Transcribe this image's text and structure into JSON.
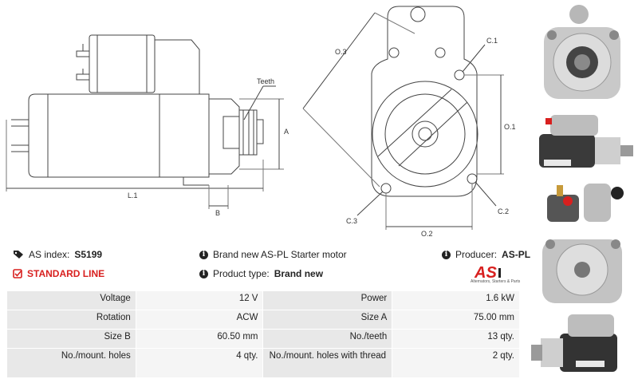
{
  "drawing_labels": {
    "teeth": "Teeth",
    "a": "A",
    "b": "B",
    "l1": "L.1",
    "o3": "O.3",
    "c1": "C.1",
    "o1": "O.1",
    "c2": "C.2",
    "c3": "C.3",
    "o2": "O.2"
  },
  "info": {
    "as_index_label": "AS index:",
    "as_index_value": "S5199",
    "description": "Brand new AS-PL Starter motor",
    "producer_label": "Producer:",
    "producer_value": "AS-PL",
    "standard_line": "STANDARD LINE",
    "product_type_label": "Product type:",
    "product_type_value": "Brand new"
  },
  "logo": {
    "text": "AS",
    "subtitle": "Alternators, Starters & Parts",
    "color": "#d8201f"
  },
  "specs": [
    {
      "l1": "Voltage",
      "v1": "12 V",
      "l2": "Power",
      "v2": "1.6 kW"
    },
    {
      "l1": "Rotation",
      "v1": "ACW",
      "l2": "Size A",
      "v2": "75.00 mm"
    },
    {
      "l1": "Size B",
      "v1": "60.50 mm",
      "l2": "No./teeth",
      "v2": "13 qty."
    },
    {
      "l1": "No./mount. holes",
      "v1": "4 qty.",
      "l2": "No./mount. holes with thread",
      "v2": "2 qty."
    }
  ],
  "icons": [
    "tag-icon",
    "info-icon",
    "checkbox-icon"
  ]
}
